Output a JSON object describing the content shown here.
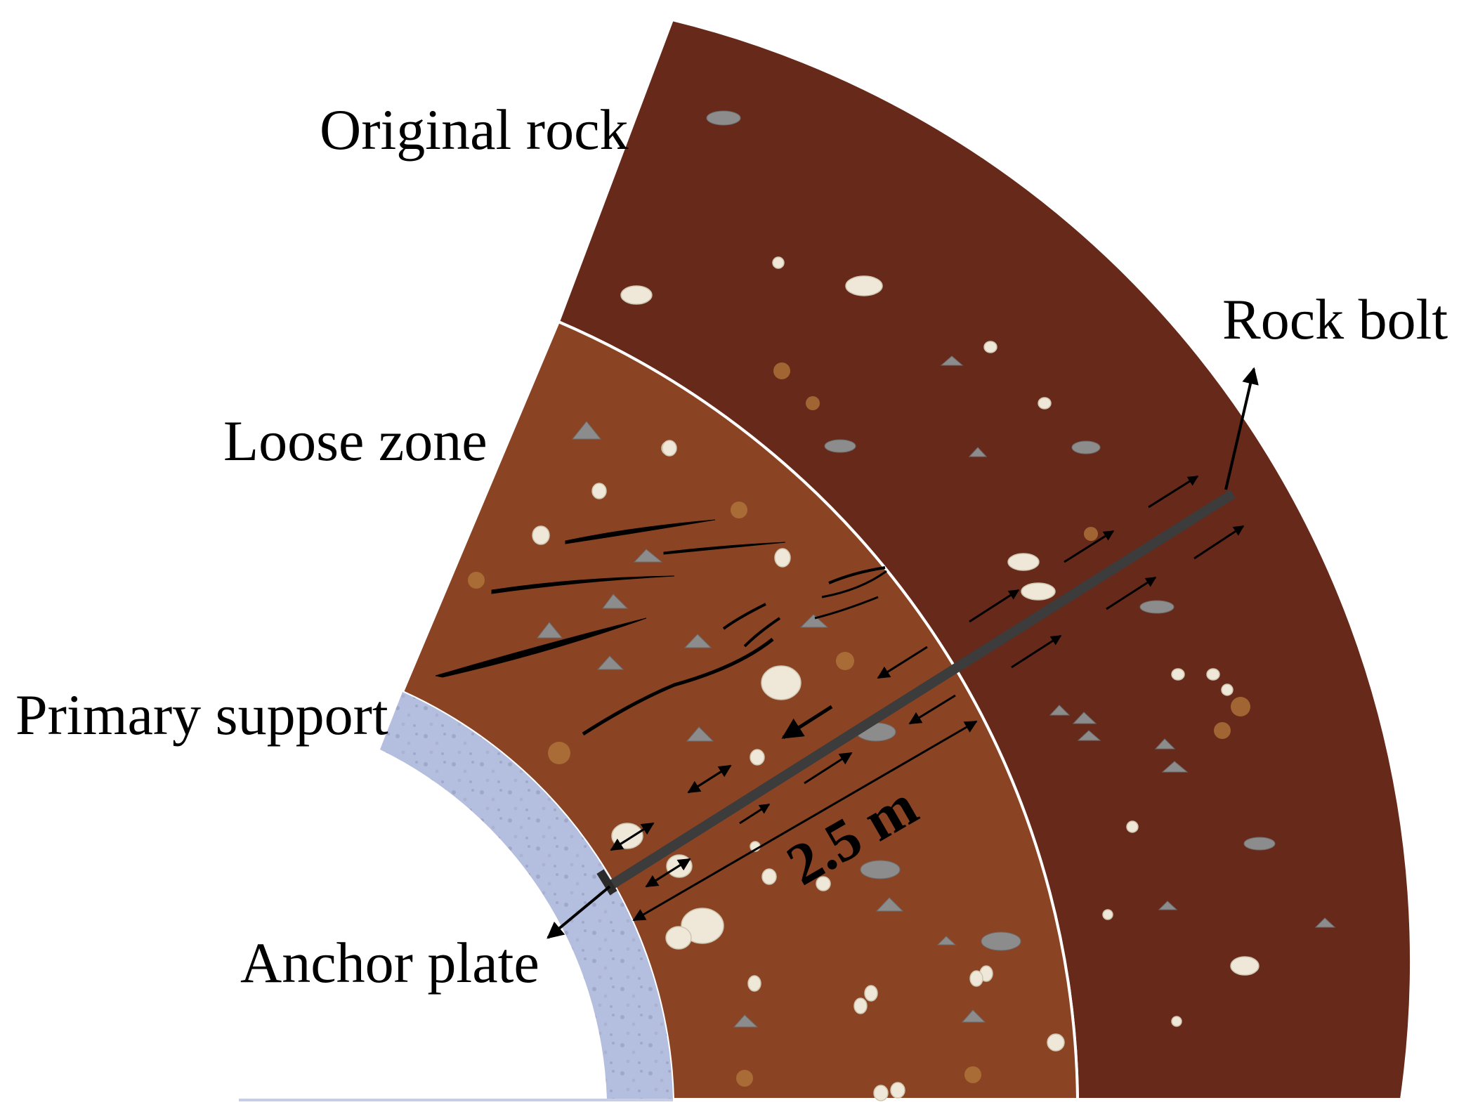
{
  "labels": {
    "original_rock": "Original rock",
    "loose_zone": "Loose zone",
    "primary_support": "Primary support",
    "anchor_plate": "Anchor plate",
    "rock_bolt": "Rock bolt",
    "bolt_length": "2.5 m"
  },
  "colors": {
    "original_rock": "#67291a",
    "loose_zone": "#8a4424",
    "primary_support": "#b4bede",
    "boundary": "#ffffff",
    "bolt": "#3c3c3c",
    "pebble_light": "#efe8d8",
    "pebble_grey": "#8c8c8c",
    "crack": "#000000"
  },
  "icons": {
    "arrow": "arrowhead",
    "pebble": "ellipse",
    "stone": "triangle"
  }
}
